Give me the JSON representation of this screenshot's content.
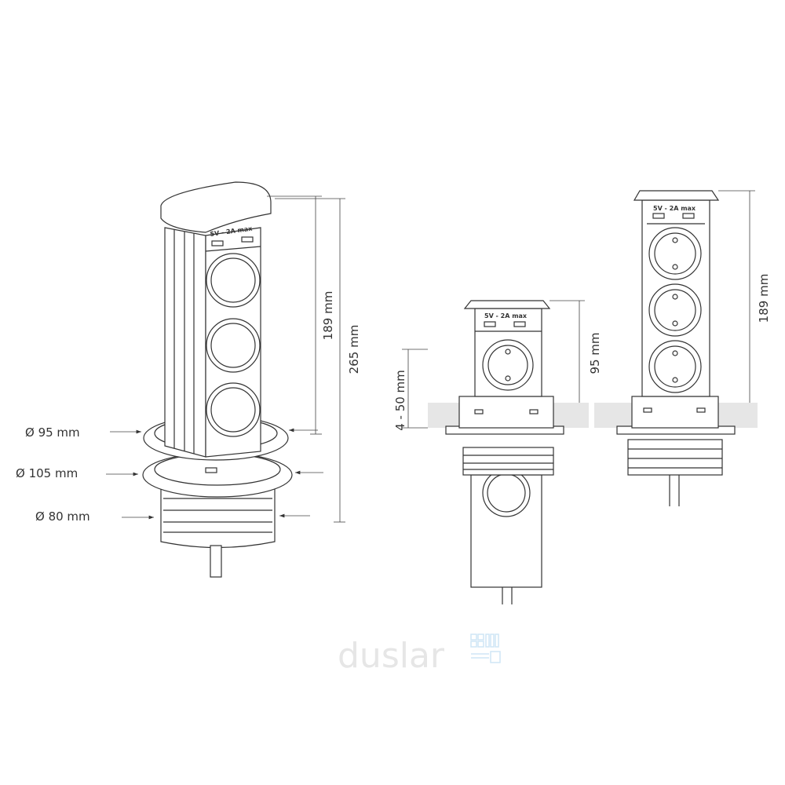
{
  "title": "Pop-up tower socket technical drawing",
  "watermark": "duslar",
  "usb_label": "5V - 2A max",
  "left_view": {
    "dia_top": "Ø 95 mm",
    "dia_flange": "Ø 105 mm",
    "dia_thread": "Ø 80 mm",
    "height_column": "189 mm",
    "height_total": "265 mm"
  },
  "middle_view": {
    "height_exposed": "95 mm",
    "counter_thickness": "4 - 50 mm"
  },
  "right_view": {
    "height_column": "189 mm"
  },
  "colors": {
    "line": "#333333",
    "counter": "#e6e6e6",
    "watermark_accent": "#cfe6f5"
  }
}
